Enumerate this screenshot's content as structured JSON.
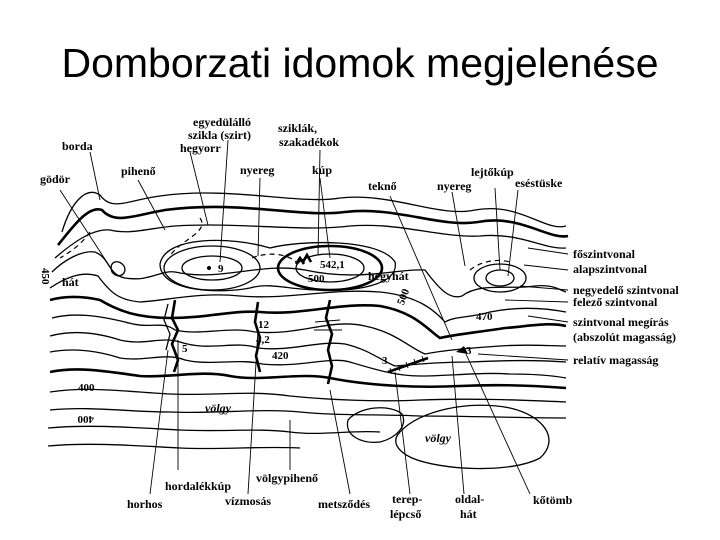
{
  "title": "Domborzati idomok megjelenése",
  "labels": {
    "egyedulallo": "egyedülálló",
    "szikla": "szikla (szirt)",
    "sziklak": "sziklák,",
    "szakadekok": "szakadékok",
    "borda": "borda",
    "hegyorr": "hegyorr",
    "godor": "gödör",
    "piheno": "pihenő",
    "nyereg1": "nyereg",
    "kup": "kúp",
    "tekno": "teknő",
    "nyereg2": "nyereg",
    "lejtokup": "lejtőkúp",
    "esestuske": "eséstüske",
    "fo": "főszintvonal",
    "alap": "alapszintvonal",
    "negyed": "negyedelő szintvonal",
    "felezo": "felező szintvonal",
    "megiras": "szintvonal megírás",
    "abszolut": "(abszolút magasság)",
    "relativ": "relatív magasság",
    "hat": "hát",
    "hegyhat": "hegyhát",
    "volgy1": "völgy",
    "volgy2": "völgy",
    "hordalekkup": "hordalékkúp",
    "volgypiheno": "völgypihenő",
    "horhos": "horhos",
    "vizmosas": "vízmosás",
    "metszodes": "metsződés",
    "terep1": "terep-",
    "terep2": "lépcső",
    "oldal1": "oldal-",
    "oldal2": "hát",
    "katromb": "kőtömb"
  },
  "numbers": {
    "n542": "542,1",
    "n500a": "500",
    "n500b": "500",
    "n450": "450",
    "n470": "470",
    "n420": "420",
    "n400": "400",
    "n400b": "400",
    "n12": "12",
    "n42": "4,2",
    "n5": "5",
    "n3a": "3",
    "n3b": "3",
    "n9": "9"
  }
}
